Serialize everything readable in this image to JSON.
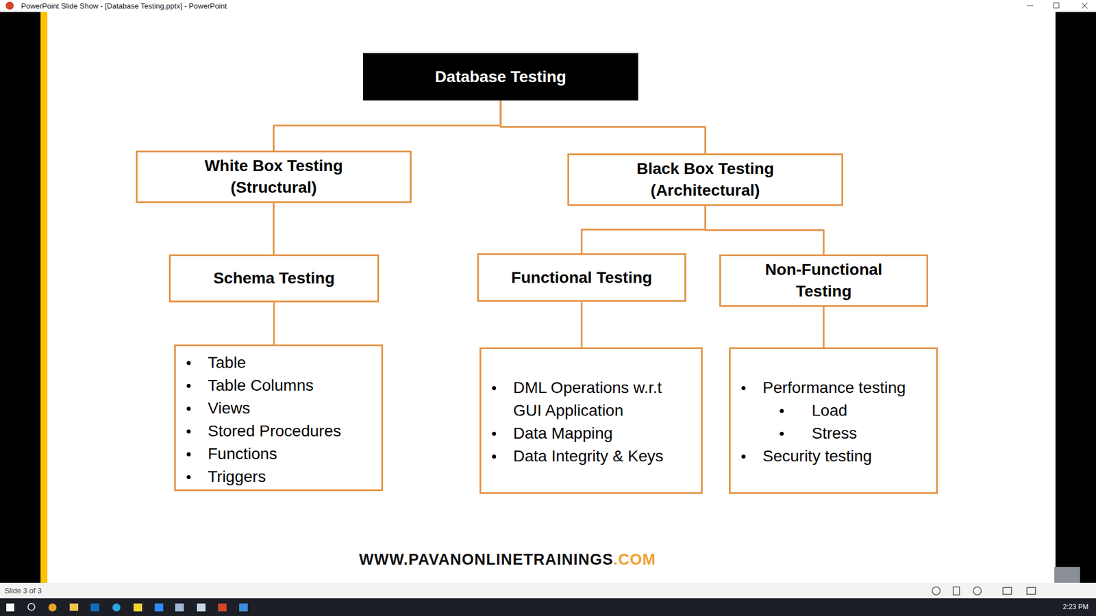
{
  "diagram": {
    "nodes": [
      {
        "text": [
          "Database Testing"
        ]
      },
      {
        "text": [
          "White Box Testing (Structural)"
        ]
      },
      {
        "text": [
          "Black Box Testing (Architectural)"
        ]
      },
      {
        "text": [
          "Schema Testing"
        ]
      },
      {
        "text": [
          "Functional Testing"
        ]
      },
      {
        "text": [
          "Non-Functional Testing"
        ]
      },
      {
        "text": [
          "Table",
          "Table Columns",
          "Views",
          "Stored Procedures",
          "Functions",
          "Triggers"
        ]
      },
      {
        "text": [
          "DML Operations w.r.t GUI Application",
          "Data Mapping",
          "Data Integrity & Keys"
        ]
      },
      {
        "text": [
          "Performance testing",
          "Load",
          "Stress",
          "Security testing"
        ]
      }
    ],
    "edges": [
      {
        "from": 0,
        "to": 1,
        "arrow": "none"
      },
      {
        "from": 0,
        "to": 2,
        "arrow": "none"
      },
      {
        "from": 1,
        "to": 3,
        "arrow": "none"
      },
      {
        "from": 2,
        "to": 4,
        "arrow": "none"
      },
      {
        "from": 2,
        "to": 5,
        "arrow": "none"
      },
      {
        "from": 3,
        "to": 6,
        "arrow": "none"
      },
      {
        "from": 4,
        "to": 7,
        "arrow": "none"
      },
      {
        "from": 5,
        "to": 8,
        "arrow": "none"
      }
    ],
    "labels": [
      "PowerPoint Slide Show - [Database Testing.pptx] - PowerPoint",
      "WWW.PAVANONLINETRAININGS",
      ".COM",
      "Slide 3 of 3",
      "2:23 PM"
    ]
  }
}
